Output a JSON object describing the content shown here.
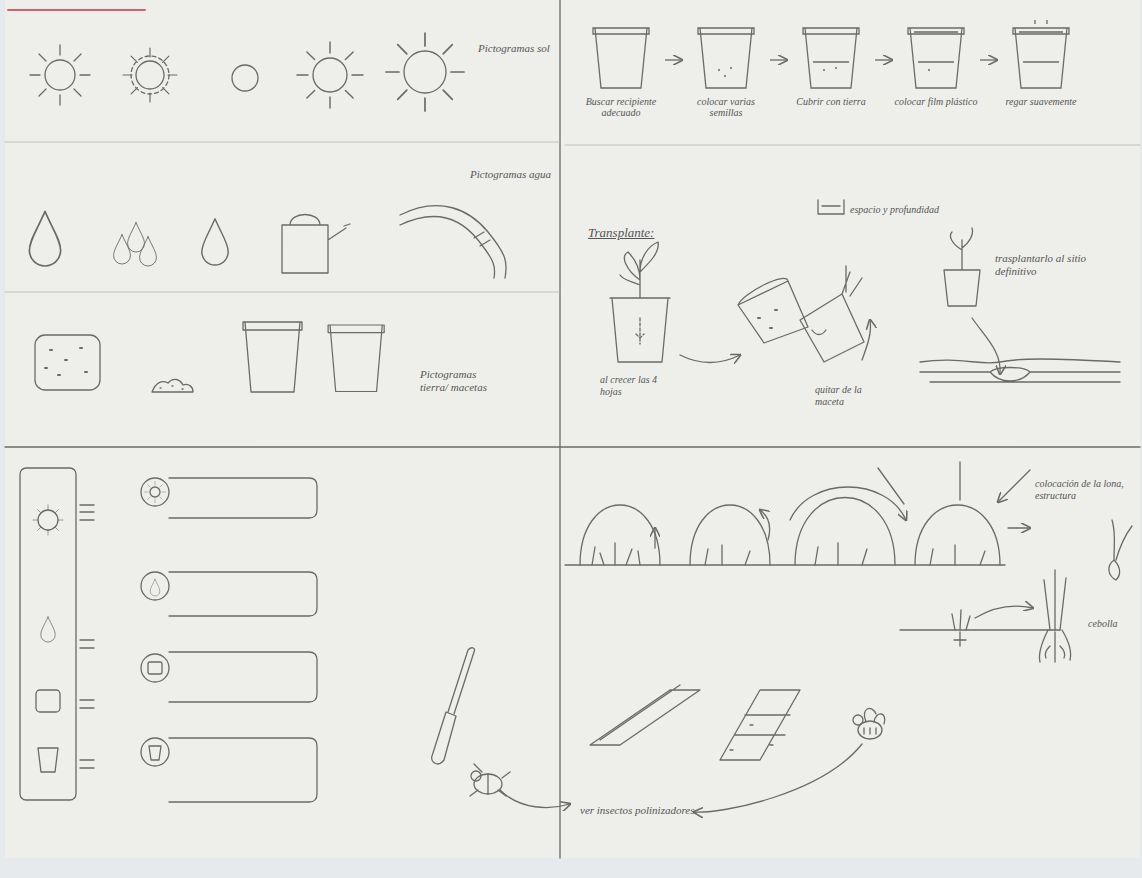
{
  "diagram": {
    "nodes": [
      {
        "text": [
          "Buscar recipiente adecuado"
        ]
      },
      {
        "text": [
          "colocar varias semillas"
        ]
      },
      {
        "text": [
          "Cubrir con tierra"
        ]
      },
      {
        "text": [
          "colocar film plástico"
        ]
      },
      {
        "text": [
          "regar suavemente"
        ]
      }
    ],
    "edges": [
      {
        "from": 0,
        "to": 1,
        "arrow": "to"
      },
      {
        "from": 1,
        "to": 2,
        "arrow": "to"
      },
      {
        "from": 2,
        "to": 3,
        "arrow": "to"
      },
      {
        "from": 3,
        "to": 4,
        "arrow": "to"
      }
    ],
    "labels": [
      "Pictogramas sol",
      "Pictogramas agua",
      "Pictogramas tierra/ macetas",
      "Transplante:",
      "espacio y profundidad",
      "trasplantarlo al sitio definitivo",
      "al crecer las 4 hojas",
      "quitar de la maceta",
      "colocación de la lona, estructura",
      "cebolla",
      "ver insectos polinizadores."
    ]
  }
}
